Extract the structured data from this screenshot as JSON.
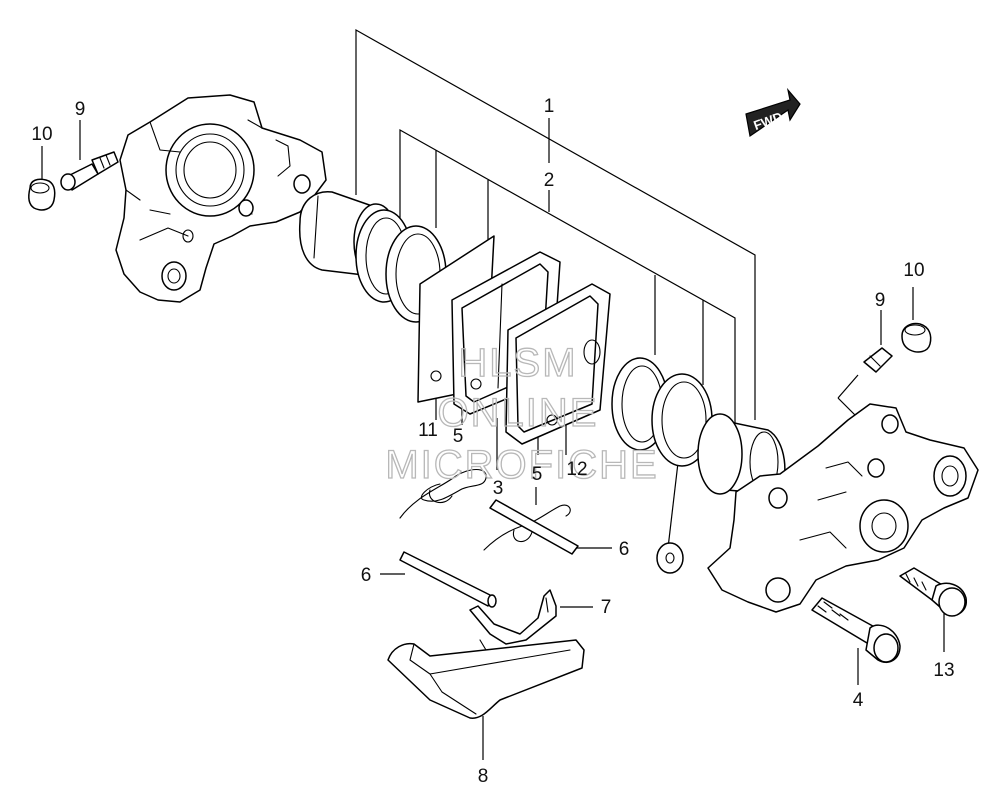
{
  "fwd_badge": "FWD",
  "watermark": {
    "line1": "HLSM",
    "line2": "ONLINE",
    "line3": "MICROFICHE"
  },
  "callouts": {
    "c1": "1",
    "c2": "2",
    "c3": "3",
    "c4": "4",
    "c5a": "5",
    "c5b": "5",
    "c6a": "6",
    "c6b": "6",
    "c7": "7",
    "c8": "8",
    "c9a": "9",
    "c9b": "9",
    "c10a": "10",
    "c10b": "10",
    "c11": "11",
    "c12": "12",
    "c13": "13"
  }
}
